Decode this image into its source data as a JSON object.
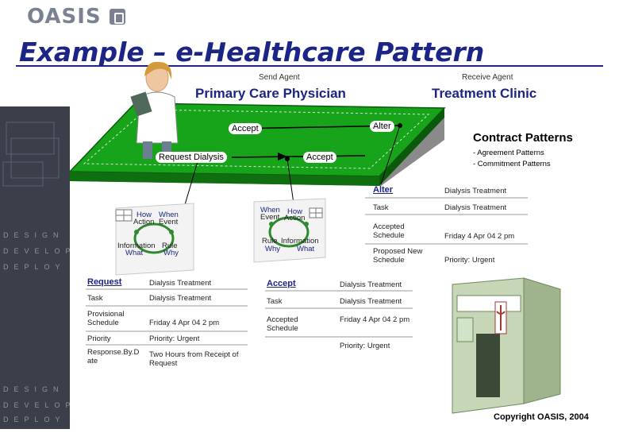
{
  "header": {
    "brand": "OASIS"
  },
  "title": "Example – e-Healthcare Pattern",
  "agents": {
    "send_label": "Send Agent",
    "send_name": "Primary Care Physician",
    "receive_label": "Receive Agent",
    "receive_name": "Treatment Clinic"
  },
  "diagram": {
    "accept_top": "Accept",
    "alter": "Alter",
    "request_dialysis": "Request Dialysis",
    "accept_mid": "Accept"
  },
  "contract": {
    "title": "Contract Patterns",
    "items": [
      "- Agreement Patterns",
      "- Commitment Patterns"
    ]
  },
  "left_glyph": {
    "how": "How",
    "when": "When",
    "action": "Action",
    "event": "Event",
    "information": "Information",
    "rule": "Rule",
    "what": "What",
    "why": "Why"
  },
  "mid_glyph": {
    "when": "When",
    "how": "How",
    "event": "Event",
    "action": "Action",
    "rule": "Rule",
    "information": "Information",
    "why": "Why",
    "what": "What"
  },
  "alter_table": {
    "header": "Alter",
    "header_value": "Dialysis Treatment",
    "rows": [
      {
        "label": "Task",
        "value": "Dialysis Treatment"
      },
      {
        "label": "Accepted Schedule",
        "value": "Friday 4 Apr 04 2 pm"
      },
      {
        "label": "Proposed New Schedule",
        "value": "Priority: Urgent"
      }
    ]
  },
  "request_table": {
    "header": "Request",
    "header_value": "Dialysis Treatment",
    "rows": [
      {
        "label": "Task",
        "value": "Dialysis Treatment"
      },
      {
        "label": "Provisional Schedule",
        "value": "Friday 4 Apr 04 2 pm"
      },
      {
        "label": "Priority",
        "value": "Priority: Urgent"
      },
      {
        "label": "Response.By.Date",
        "value": "Two Hours from Receipt of Request"
      }
    ]
  },
  "accept_table": {
    "header": "Accept",
    "header_value": "Dialysis Treatment",
    "rows": [
      {
        "label": "Task",
        "value": "Dialysis Treatment"
      },
      {
        "label": "Accepted Schedule",
        "value": "Friday 4 Apr 04 2 pm"
      },
      {
        "label": "",
        "value": "Priority: Urgent"
      }
    ]
  },
  "sidebar": {
    "words": [
      "DESIGN",
      "DEVELOP",
      "DEPLOY",
      "DESIGN",
      "DEVELOP",
      "DEPLOY"
    ]
  },
  "copyright": "Copyright OASIS, 2004"
}
